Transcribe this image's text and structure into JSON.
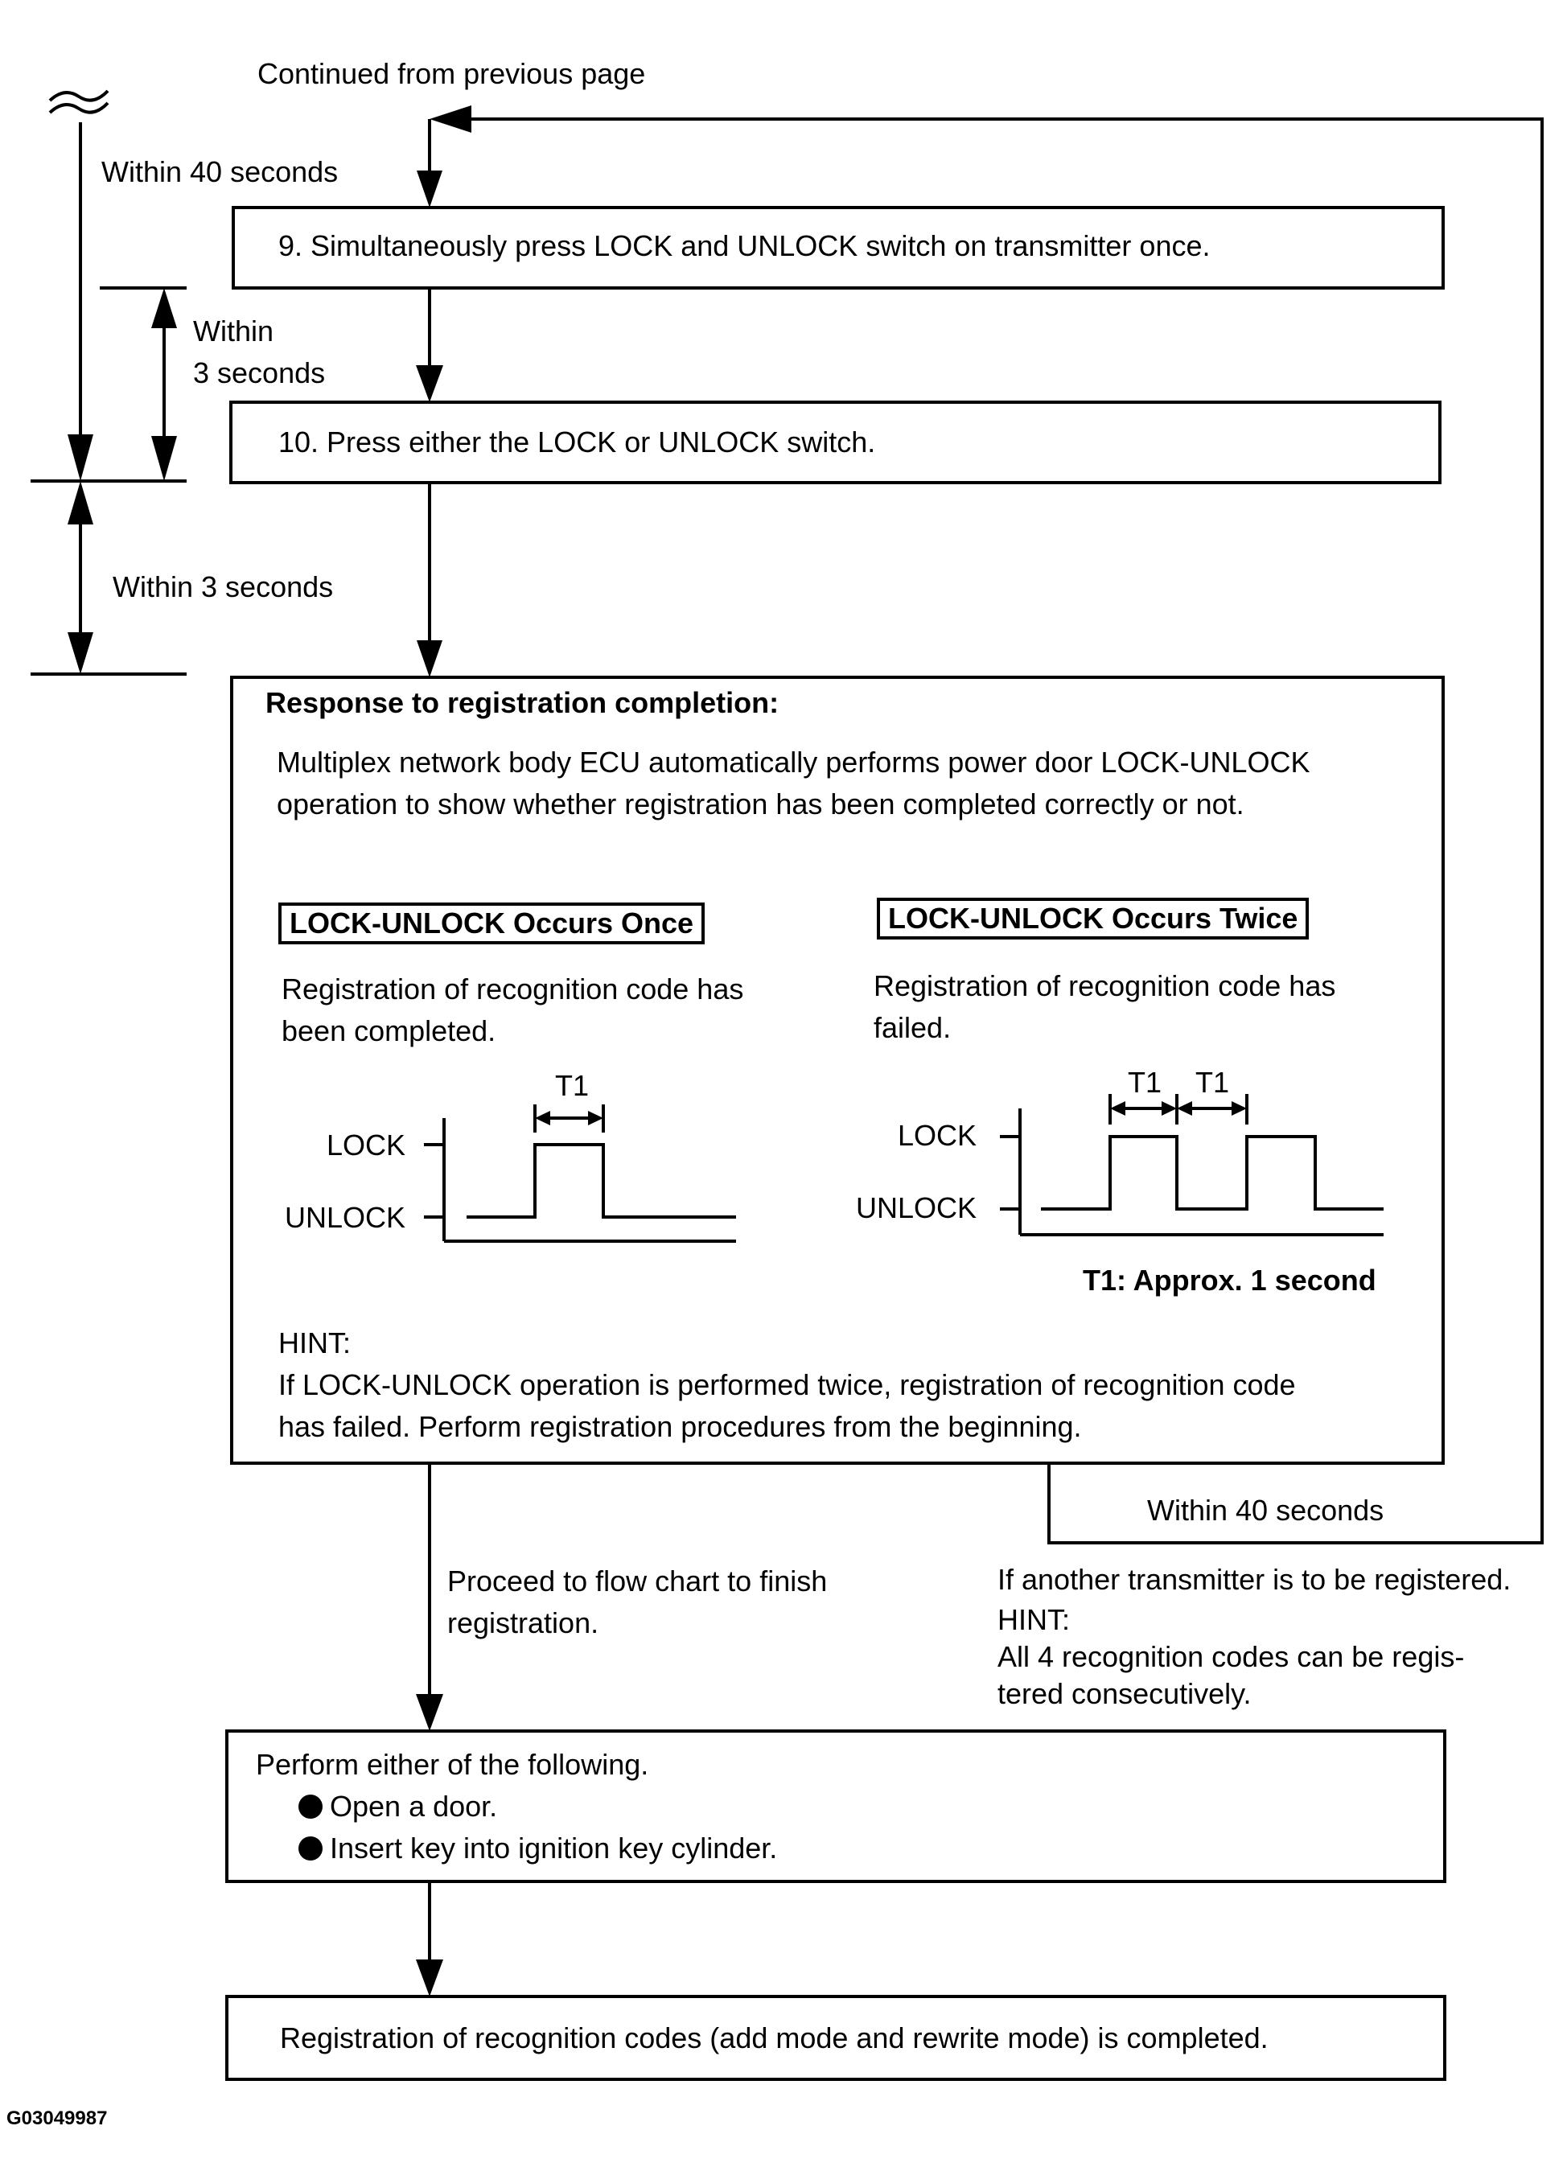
{
  "header": {
    "continued": "Continued from previous page"
  },
  "timing": {
    "within_40_top": "Within 40 seconds",
    "within_3_a_line1": "Within",
    "within_3_a_line2": "3 seconds",
    "within_3_b": "Within 3 seconds",
    "within_40_loop": "Within 40 seconds"
  },
  "steps": {
    "step9": "9. Simultaneously press LOCK and UNLOCK switch on transmitter once.",
    "step10": "10. Press either the LOCK or UNLOCK switch."
  },
  "response": {
    "title": "Response to registration completion:",
    "desc_line1": "Multiplex network body ECU automatically performs power door LOCK-UNLOCK",
    "desc_line2": "operation to show whether registration has been completed correctly or not.",
    "once_tag": "LOCK-UNLOCK  Occurs Once",
    "once_line1": "Registration of recognition code has",
    "once_line2": "been completed.",
    "twice_tag": "LOCK-UNLOCK  Occurs  Twice",
    "twice_line1": "Registration of recognition code has",
    "twice_line2": "failed.",
    "t1": "T1",
    "lock": "LOCK",
    "unlock": "UNLOCK",
    "t1_note": "T1: Approx. 1 second",
    "hint_label": "HINT:",
    "hint_line1": "If LOCK-UNLOCK operation is performed twice, registration of recognition code",
    "hint_line2": "has failed. Perform registration procedures from the beginning."
  },
  "branches": {
    "proceed_line1": "Proceed to flow chart to finish",
    "proceed_line2": "registration.",
    "another": "If another transmitter is to be registered.",
    "hint_label": "HINT:",
    "hint_line1": "All 4 recognition codes can be regis-",
    "hint_line2": "tered consecutively."
  },
  "finish": {
    "intro": "Perform either of the following.",
    "item1": "Open a door.",
    "item2": "Insert key into ignition key cylinder.",
    "final": "Registration of recognition codes (add mode and rewrite mode) is completed."
  },
  "figure_id": "G03049987"
}
